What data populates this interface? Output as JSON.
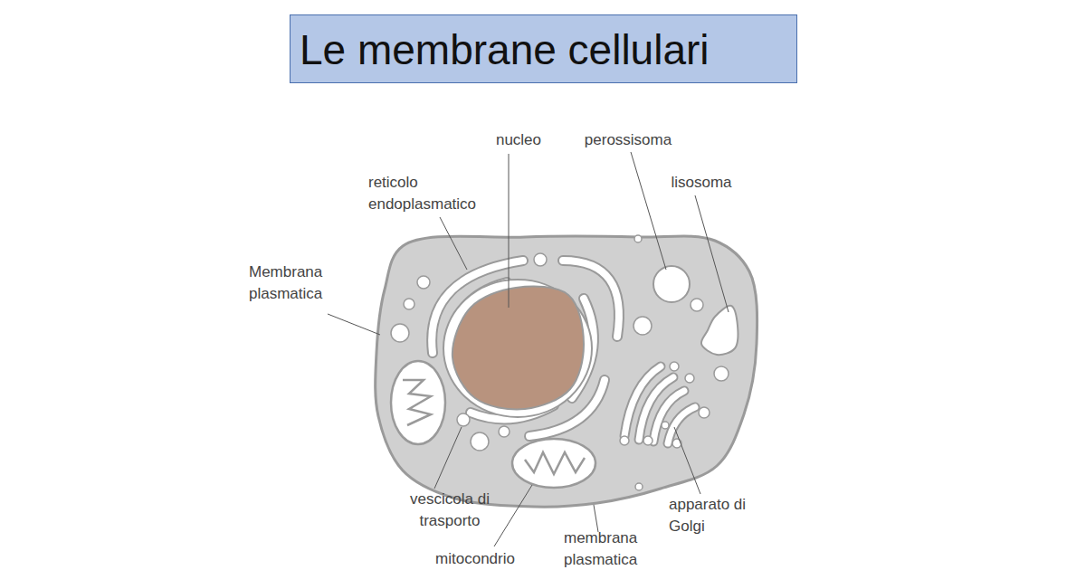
{
  "diagram": {
    "title": "Le membrane cellulari",
    "labels": [
      "nucleo",
      "perossisoma",
      "lisosoma",
      "reticolo endoplasmatico",
      "Membrana plasmatica",
      "vescicola di trasporto",
      "mitocondrio",
      "membrana plasmatica",
      "apparato di Golgi"
    ]
  }
}
